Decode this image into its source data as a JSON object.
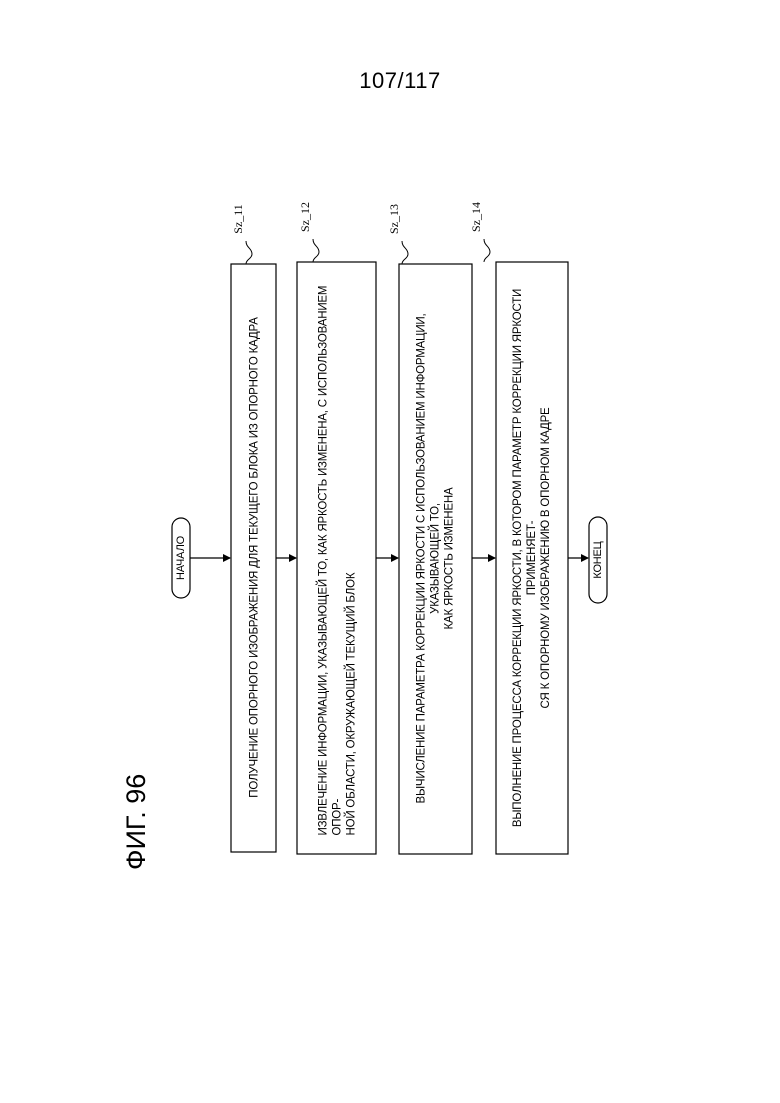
{
  "page": {
    "number": "107/117",
    "figure_label": "ФИГ. 96"
  },
  "flowchart": {
    "start": "НАЧАЛО",
    "end": "КОНЕЦ",
    "steps": [
      {
        "id": "Sz_11",
        "text": "ПОЛУЧЕНИЕ ОПОРНОГО ИЗОБРАЖЕНИЯ ДЛЯ ТЕКУЩЕГО БЛОКА ИЗ ОПОРНОГО КАДРА"
      },
      {
        "id": "Sz_12",
        "text": "ИЗВЛЕЧЕНИЕ ИНФОРМАЦИИ, УКАЗЫВАЮЩЕЙ ТО, КАК ЯРКОСТЬ ИЗМЕНЕНА, С ИСПОЛЬЗОВАНИЕМ ОПОР-\nНОЙ ОБЛАСТИ, ОКРУЖАЮЩЕЙ ТЕКУЩИЙ БЛОК"
      },
      {
        "id": "Sz_13",
        "text": "ВЫЧИСЛЕНИЕ ПАРАМЕТРА КОРРЕКЦИИ ЯРКОСТИ С ИСПОЛЬЗОВАНИЕМ ИНФОРМАЦИИ, УКАЗЫВАЮЩЕЙ ТО,\nКАК ЯРКОСТЬ ИЗМЕНЕНА"
      },
      {
        "id": "Sz_14",
        "text": "ВЫПОЛНЕНИЕ ПРОЦЕССА КОРРЕКЦИИ ЯРКОСТИ, В КОТОРОМ ПАРАМЕТР КОРРЕКЦИИ ЯРКОСТИ ПРИМЕНЯЕТ-\nСЯ К ОПОРНОМУ ИЗОБРАЖЕНИЮ В ОПОРНОМ КАДРЕ"
      }
    ]
  }
}
